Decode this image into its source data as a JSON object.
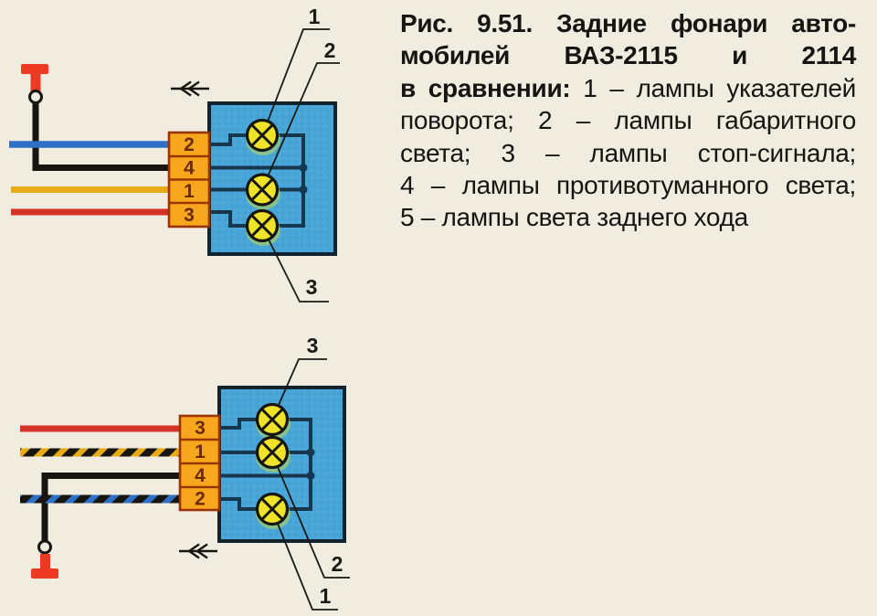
{
  "figure": {
    "caption": {
      "lines": [
        {
          "bold": "Рис. 9.51. Задние фонари авто-",
          "regular": ""
        },
        {
          "bold": "мобилей ВАЗ-2115 и 2114",
          "regular": ""
        },
        {
          "bold": "в сравнении:",
          "regular": " 1 – лампы указателей"
        },
        {
          "bold": "",
          "regular": "поворота; 2 – лампы габаритного"
        },
        {
          "bold": "",
          "regular": "света; 3 – лампы стоп-сигнала;"
        },
        {
          "bold": "",
          "regular": "4 – лампы противотуманного света;"
        },
        {
          "bold": "",
          "regular": "5 – лампы света заднего хода"
        }
      ]
    },
    "top": {
      "pins": [
        "2",
        "4",
        "1",
        "3"
      ],
      "callouts": [
        "1",
        "2",
        "3"
      ],
      "wires": [
        "blue",
        "black",
        "yellow",
        "red"
      ],
      "lamp_count": 3
    },
    "bottom": {
      "pins": [
        "3",
        "1",
        "4",
        "2"
      ],
      "callouts": [
        "3",
        "2",
        "1"
      ],
      "wires": [
        "red",
        "black-yellow",
        "black",
        "black-blue"
      ],
      "lamp_count": 3
    },
    "colors": {
      "background": "#f0ece0",
      "housing_blue": "#48a5d8",
      "connector_orange": "#f7a71e",
      "connector_border": "#9a3404",
      "lamp_yellow": "#efe32a",
      "wire_blue": "#2e6fc8",
      "wire_yellow": "#e7ac15",
      "wire_red": "#d63226",
      "wire_black": "#17150f",
      "ground_red": "#ee3a22",
      "inner_wire": "#16384f"
    }
  }
}
